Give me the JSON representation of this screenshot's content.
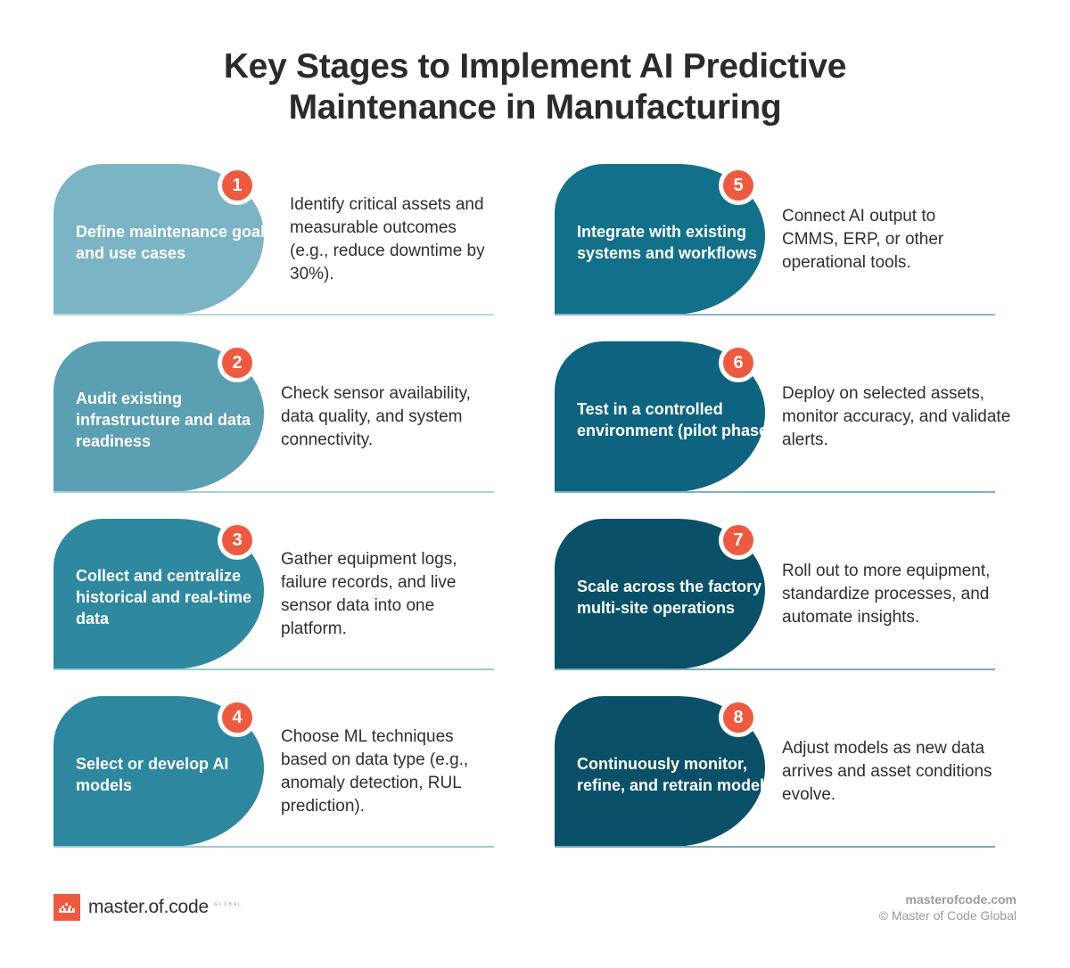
{
  "header": {
    "title_line1": "Key Stages to Implement AI Predictive",
    "title_line2": "Maintenance in Manufacturing"
  },
  "colors": {
    "badge": "#ee5a3f",
    "title_text": "#2b2b2f",
    "body_text": "#2f2f33",
    "footer_text": "#9a9a9c"
  },
  "steps": [
    {
      "number": "1",
      "title": "Define maintenance goals and use cases",
      "description": "Identify critical assets and measurable outcomes (e.g., reduce downtime by 30%).",
      "color": "#7bb4c4",
      "divider_color": "#b7d8e0"
    },
    {
      "number": "2",
      "title": "Audit existing infrastructure and data readiness",
      "description": "Check sensor availability, data quality, and system connectivity.",
      "color": "#5b9fb3",
      "divider_color": "#a9d0da"
    },
    {
      "number": "3",
      "title": "Collect and centralize historical and real-time data",
      "description": "Gather equipment logs, failure records, and live sensor data into one platform.",
      "color": "#2e88a0",
      "divider_color": "#9ccad6"
    },
    {
      "number": "4",
      "title": "Select or develop AI models",
      "description": "Choose ML techniques based on data type (e.g., anomaly detection, RUL prediction).",
      "color": "#2d879f",
      "divider_color": "#9ccad6"
    },
    {
      "number": "5",
      "title": "Integrate with existing systems and workflows",
      "description": "Connect AI output to CMMS, ERP, or other operational tools.",
      "color": "#12708a",
      "divider_color": "#86b9c6"
    },
    {
      "number": "6",
      "title": "Test in a controlled environment (pilot phase)",
      "description": "Deploy on selected assets, monitor accuracy, and validate alerts.",
      "color": "#0e6380",
      "divider_color": "#80b1bf"
    },
    {
      "number": "7",
      "title": "Scale across the factory or multi-site operations",
      "description": "Roll out to more equipment, standardize processes, and automate insights.",
      "color": "#0a5068",
      "divider_color": "#7fa9b5"
    },
    {
      "number": "8",
      "title": "Continuously monitor, refine, and retrain models",
      "description": "Adjust models as new data arrives and asset conditions evolve.",
      "color": "#0a5068",
      "divider_color": "#7fa9b5"
    }
  ],
  "footer": {
    "brand_name": "master.of.code",
    "brand_sub": "GLOBAL",
    "logo_icon": "crown-icon",
    "website": "masterofcode.com",
    "copyright": "© Master of Code Global"
  }
}
